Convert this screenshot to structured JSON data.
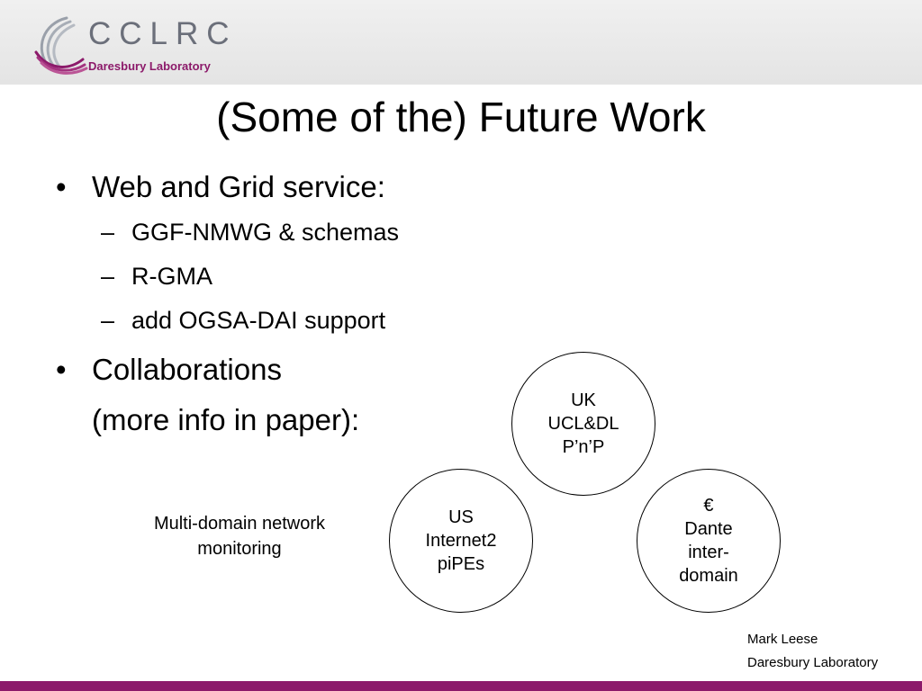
{
  "logo": {
    "name": "CCLRC",
    "subtitle": "Daresbury Laboratory"
  },
  "slide": {
    "title": "(Some of the) Future Work",
    "bullets": [
      {
        "text": "Web and Grid service:",
        "sub": [
          "GGF-NMWG & schemas",
          "R-GMA",
          "add OGSA-DAI support"
        ]
      },
      {
        "text": "Collaborations",
        "continuation": "(more info in paper):"
      }
    ],
    "bullet_glyph": "•",
    "sub_glyph": "–"
  },
  "diagram": {
    "circles": [
      {
        "lines": [
          "UK",
          "UCL&DL",
          "P’n’P"
        ]
      },
      {
        "lines": [
          "US",
          "Internet2",
          "piPEs"
        ]
      },
      {
        "lines": [
          "€",
          "Dante",
          "inter-",
          "domain"
        ]
      }
    ],
    "caption": [
      "Multi-domain network",
      "monitoring"
    ]
  },
  "author": {
    "name": "Mark Leese",
    "org": "Daresbury Laboratory"
  },
  "colors": {
    "brand_purple": "#8c1a6a",
    "header_grey": "#e8e8e8"
  }
}
